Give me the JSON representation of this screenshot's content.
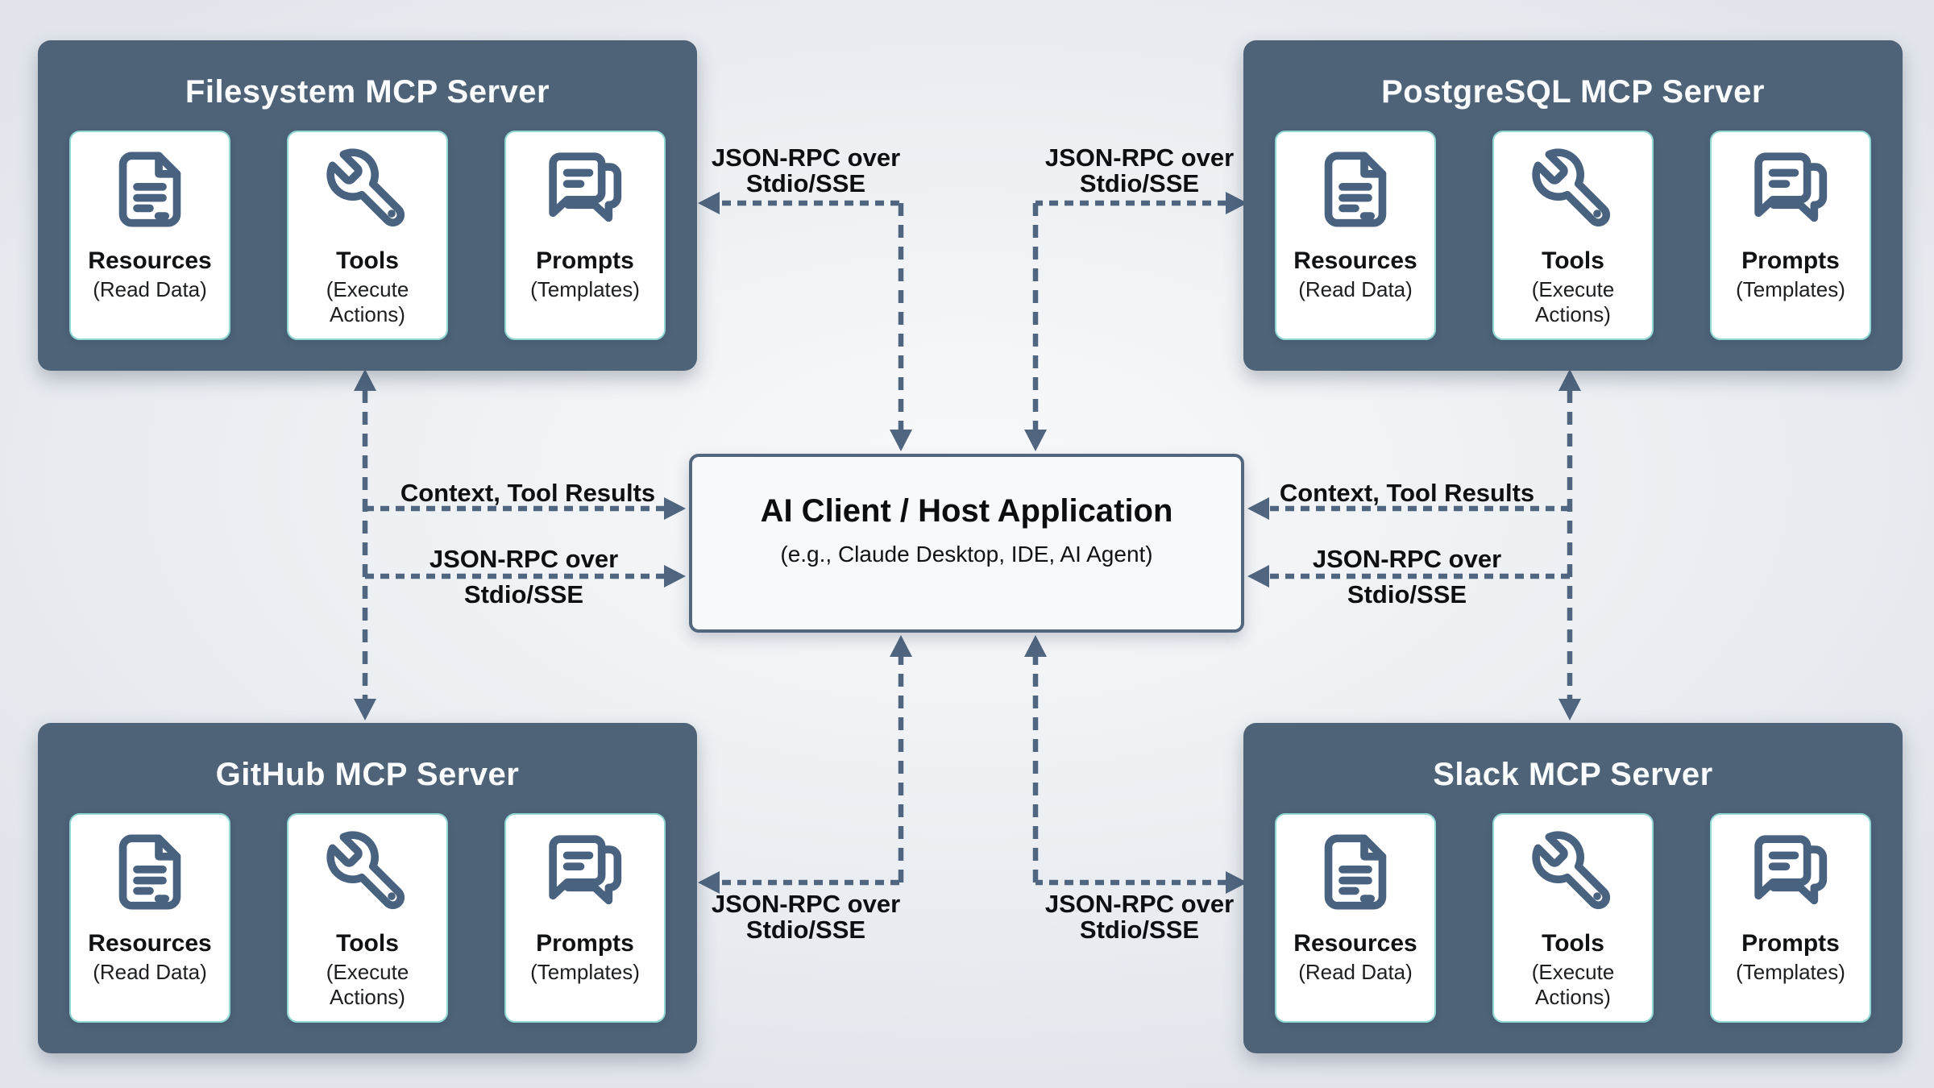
{
  "servers": [
    {
      "title": "Filesystem MCP Server"
    },
    {
      "title": "PostgreSQL MCP Server"
    },
    {
      "title": "GitHub MCP Server"
    },
    {
      "title": "Slack MCP Server"
    }
  ],
  "capabilities": [
    {
      "name": "Resources",
      "detail": "(Read Data)",
      "icon": "file-document-icon"
    },
    {
      "name": "Tools",
      "detail": "(Execute Actions)",
      "icon": "wrench-icon"
    },
    {
      "name": "Prompts",
      "detail": "(Templates)",
      "icon": "chat-bubbles-icon"
    }
  ],
  "client": {
    "title": "AI Client / Host Application",
    "subtitle": "(e.g., Claude Desktop, IDE, AI Agent)"
  },
  "links": {
    "top_left": {
      "line1": "JSON-RPC over",
      "line2": "Stdio/SSE"
    },
    "top_right": {
      "line1": "JSON-RPC over",
      "line2": "Stdio/SSE"
    },
    "bottom_left": {
      "line1": "JSON-RPC over",
      "line2": "Stdio/SSE"
    },
    "bottom_right": {
      "line1": "JSON-RPC over",
      "line2": "Stdio/SSE"
    },
    "mid_left_context": {
      "text": "Context, Tool Results"
    },
    "mid_left_rpc": {
      "line1": "JSON-RPC over",
      "line2": "Stdio/SSE"
    },
    "mid_right_context": {
      "text": "Context, Tool Results"
    },
    "mid_right_rpc": {
      "line1": "JSON-RPC over",
      "line2": "Stdio/SSE"
    }
  },
  "colors": {
    "server_bg": "#4e6378",
    "card_border_accent": "#90d8d4",
    "connector": "#506680",
    "client_border": "#52677e",
    "icon_stroke": "#486280",
    "text_dark": "#0d0f12",
    "card_bg": "#ffffff",
    "client_bg": "#f8f9fb"
  }
}
